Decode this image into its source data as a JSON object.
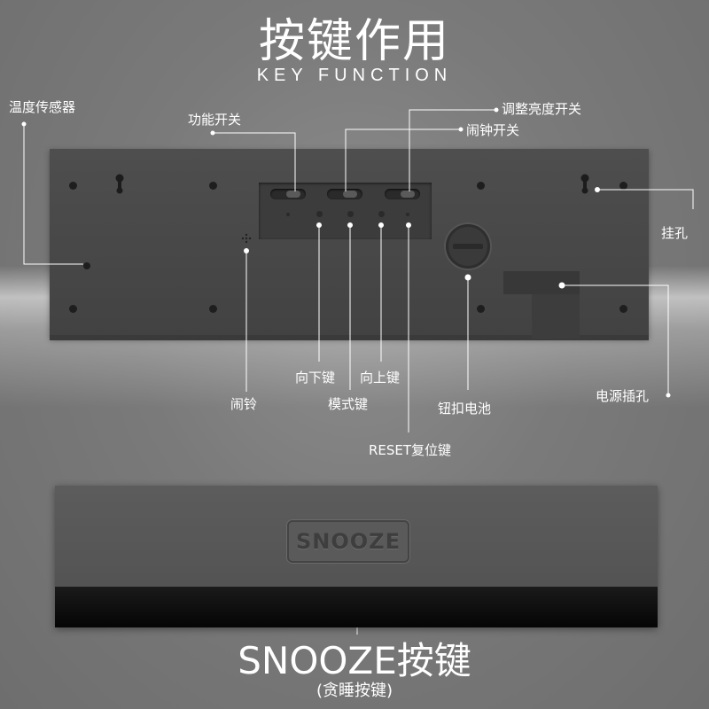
{
  "header": {
    "title": "按键作用",
    "subtitle": "KEY FUNCTION"
  },
  "labels": {
    "temperature_sensor": "温度传感器",
    "function_switch": "功能开关",
    "brightness_switch": "调整亮度开关",
    "alarm_switch": "闹钟开关",
    "hanging_hole": "挂孔",
    "buzzer": "闹铃",
    "down_key": "向下键",
    "up_key": "向上键",
    "mode_key": "模式键",
    "battery": "钮扣电池",
    "reset_key": "RESET复位键",
    "power_jack": "电源插孔"
  },
  "snooze": {
    "button_text": "SNOOZE",
    "title": "SNOOZE按键",
    "subtitle": "(贪睡按键)"
  },
  "colors": {
    "background": "#7a7a7a",
    "device": "#474747",
    "text": "#ffffff",
    "line": "#ffffff"
  }
}
